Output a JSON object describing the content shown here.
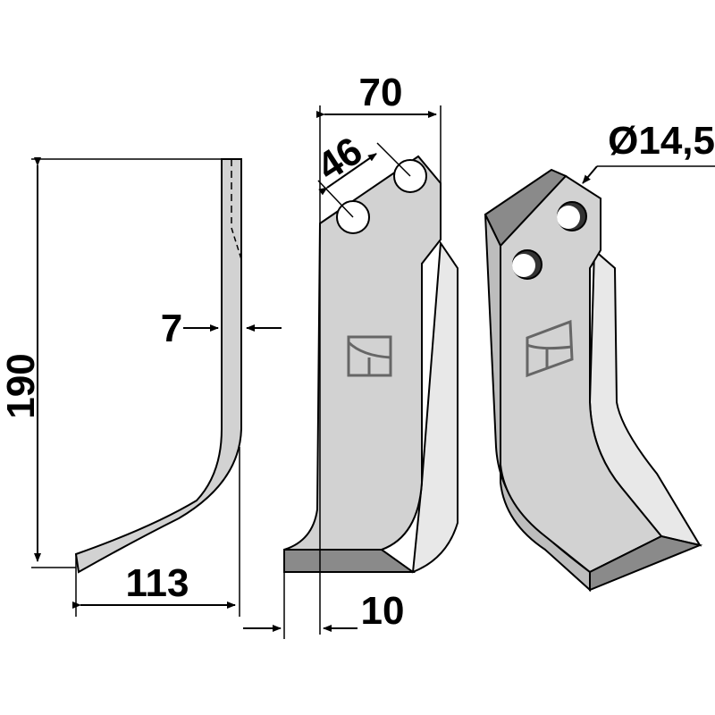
{
  "dimensions": {
    "height": "190",
    "width_side": "113",
    "thickness": "7",
    "overall_width": "70",
    "hole_spacing": "46",
    "hole_diameter": "Ø14,5",
    "offset": "10"
  },
  "colors": {
    "face": "#d2d2d2",
    "bevel": "#e8e8e8",
    "edge_dark": "#8a8a8a",
    "line": "#000000"
  }
}
